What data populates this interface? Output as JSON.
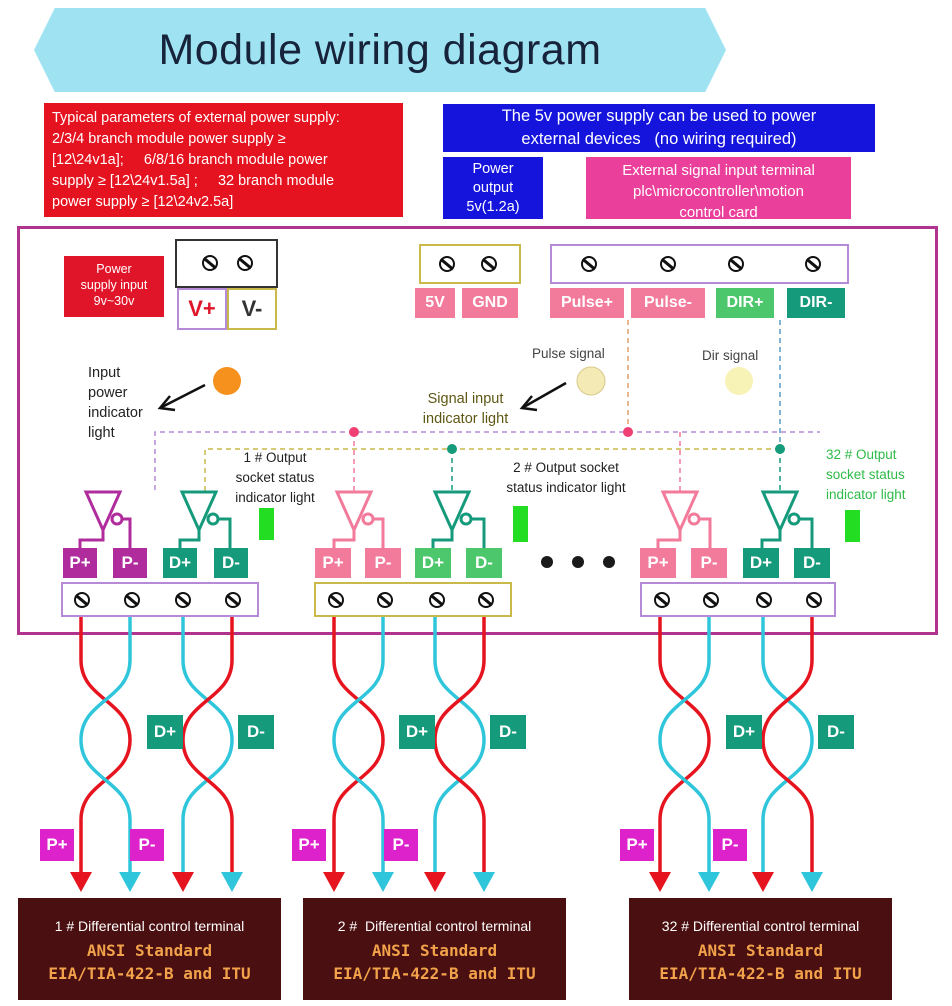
{
  "title": "Module wiring diagram",
  "power_params": {
    "lines": [
      "Typical parameters of external power supply:",
      "2/3/4 branch module power supply ≥",
      "[12\\24v1a];     6/8/16 branch module power",
      "supply ≥ [12\\24v1.5a] ;     32 branch module",
      "power supply ≥ [12\\24v2.5a]"
    ]
  },
  "five_v_note": {
    "line1": "The 5v power supply can be used to power",
    "line2": "external devices   (no wiring required)"
  },
  "power_output": {
    "line1": "Power",
    "line2": "output",
    "line3": "5v(1.2a)"
  },
  "ext_signal": {
    "line1": "External signal input terminal",
    "line2": "plc\\microcontroller\\motion",
    "line3": "control card"
  },
  "power_supply_input": {
    "line1": "Power",
    "line2": "supply input",
    "line3": "9v~30v"
  },
  "terminals": {
    "v_plus": "V+",
    "v_minus": "V-",
    "five_v": "5V",
    "gnd": "GND",
    "pulse_plus": "Pulse+",
    "pulse_minus": "Pulse-",
    "dir_plus": "DIR+",
    "dir_minus": "DIR-"
  },
  "labels": {
    "pulse_signal": "Pulse signal",
    "dir_signal": "Dir signal",
    "input_power_indicator": [
      "Input",
      "power",
      "indicator",
      "light"
    ],
    "signal_input_indicator": [
      "Signal input",
      "indicator light"
    ],
    "out1_status": [
      "1 # Output",
      "socket status",
      "indicator light"
    ],
    "out2_status": [
      "2 # Output socket",
      "status indicator light"
    ],
    "out32_status": [
      "32 # Output",
      "socket status",
      "indicator light"
    ]
  },
  "channel_tags": {
    "p_plus": "P+",
    "p_minus": "P-",
    "d_plus": "D+",
    "d_minus": "D-"
  },
  "bottom_terminals": [
    {
      "title": "1 # Differential control terminal",
      "std1": "ANSI Standard",
      "std2": "EIA/TIA-422-B and ITU"
    },
    {
      "title": "2 #  Differential control terminal",
      "std1": "ANSI Standard",
      "std2": "EIA/TIA-422-B and ITU"
    },
    {
      "title": "32 # Differential control terminal",
      "std1": "ANSI Standard",
      "std2": "EIA/TIA-422-B and ITU"
    }
  ],
  "colors": {
    "title_bg": "#9fe3f3",
    "red": "#e5131f",
    "blue": "#1414dc",
    "pink": "#ea3f9a",
    "board": "#b0348d",
    "pulse_tag": "#f27a9a",
    "dir_plus_tag": "#4cc76b",
    "teal": "#159a7b",
    "wire_red": "#e5141f",
    "wire_cyan": "#2fc6dc",
    "bottom_bg": "#4a0f10",
    "led_orange": "#f6911d",
    "led_green": "#22dd22"
  },
  "icons": [
    "screw-terminal-icon",
    "buffer-triangle-icon",
    "arrow-icon",
    "led-icon",
    "ellipsis-dots-icon"
  ]
}
